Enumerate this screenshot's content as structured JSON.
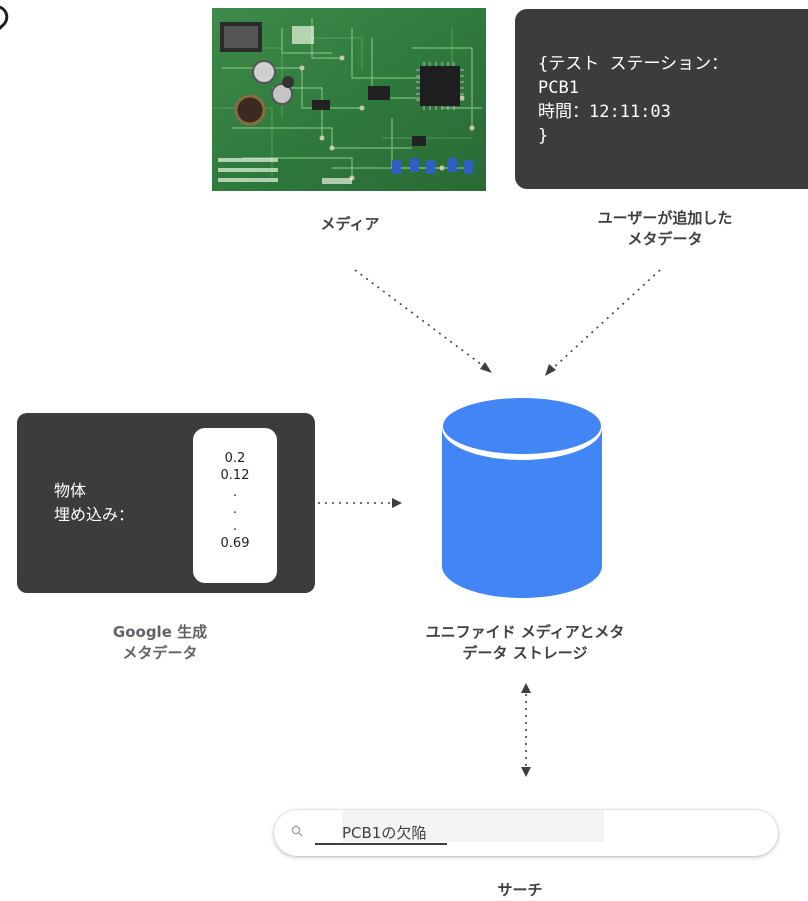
{
  "media": {
    "label": "メディア"
  },
  "user_metadata": {
    "card_lines": [
      "{テスト ステーション：",
      "PCB1",
      "時間：12:11:03",
      "}"
    ],
    "label_lines": [
      "ユーザーが追加した",
      "メタデータ"
    ]
  },
  "google_metadata": {
    "embedding_label_lines": [
      "物体",
      "埋め込み："
    ],
    "vector_values": [
      "0.2",
      "0.12",
      ".",
      ".",
      ".",
      "0.69"
    ],
    "label_lines": [
      "Google 生成",
      "メタデータ"
    ]
  },
  "storage": {
    "label_lines": [
      "ユニファイド メディアとメタ",
      "データ ストレージ"
    ],
    "color": "#4285f4"
  },
  "search": {
    "query": "PCB1の欠陥",
    "label": "サーチ",
    "icon": "search-icon"
  },
  "colors": {
    "card_bg": "#3c3c3c",
    "label_text": "#3c4043",
    "arrow": "#3c4043"
  }
}
